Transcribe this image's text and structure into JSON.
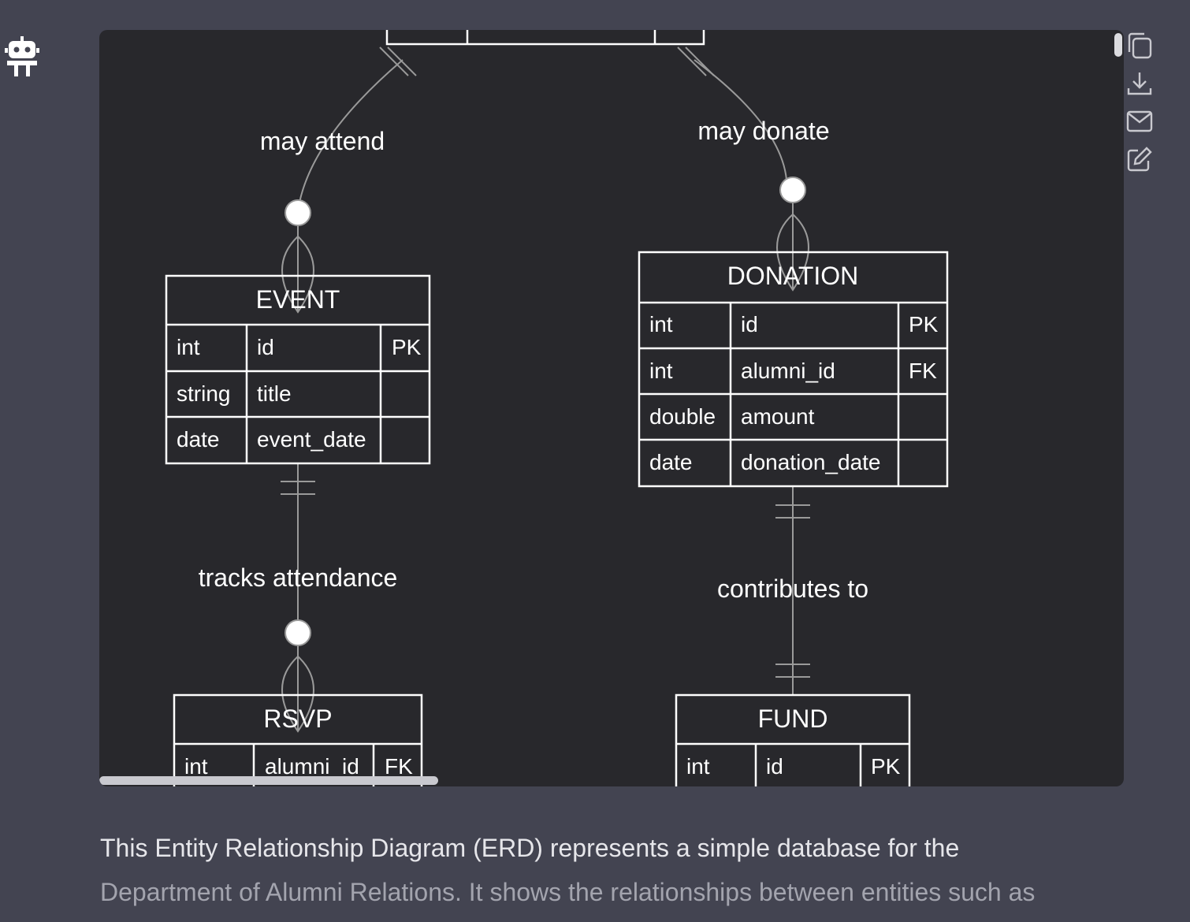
{
  "diagram": {
    "relationships": [
      {
        "label": "may attend"
      },
      {
        "label": "may donate"
      },
      {
        "label": "tracks attendance"
      },
      {
        "label": "contributes to"
      }
    ],
    "entities": {
      "event": {
        "name": "EVENT",
        "rows": [
          {
            "type": "int",
            "name": "id",
            "key": "PK"
          },
          {
            "type": "string",
            "name": "title",
            "key": ""
          },
          {
            "type": "date",
            "name": "event_date",
            "key": ""
          }
        ]
      },
      "donation": {
        "name": "DONATION",
        "rows": [
          {
            "type": "int",
            "name": "id",
            "key": "PK"
          },
          {
            "type": "int",
            "name": "alumni_id",
            "key": "FK"
          },
          {
            "type": "double",
            "name": "amount",
            "key": ""
          },
          {
            "type": "date",
            "name": "donation_date",
            "key": ""
          }
        ]
      },
      "rsvp": {
        "name": "RSVP",
        "rows": [
          {
            "type": "int",
            "name": "alumni_id",
            "key": "FK"
          }
        ]
      },
      "fund": {
        "name": "FUND",
        "rows": [
          {
            "type": "int",
            "name": "id",
            "key": "PK"
          }
        ]
      }
    }
  },
  "toolbar": {
    "icons": [
      "copy-icon",
      "download-icon",
      "mail-icon",
      "edit-icon"
    ]
  },
  "description": {
    "line1": "This Entity Relationship Diagram (ERD) represents a simple database for the",
    "line2": "Department of Alumni Relations. It shows the relationships between entities such as"
  },
  "colors": {
    "page_background": "#434451",
    "diagram_background": "#28282c",
    "diagram_line": "#ffffff",
    "relationship_line": "#9a9a9a"
  }
}
